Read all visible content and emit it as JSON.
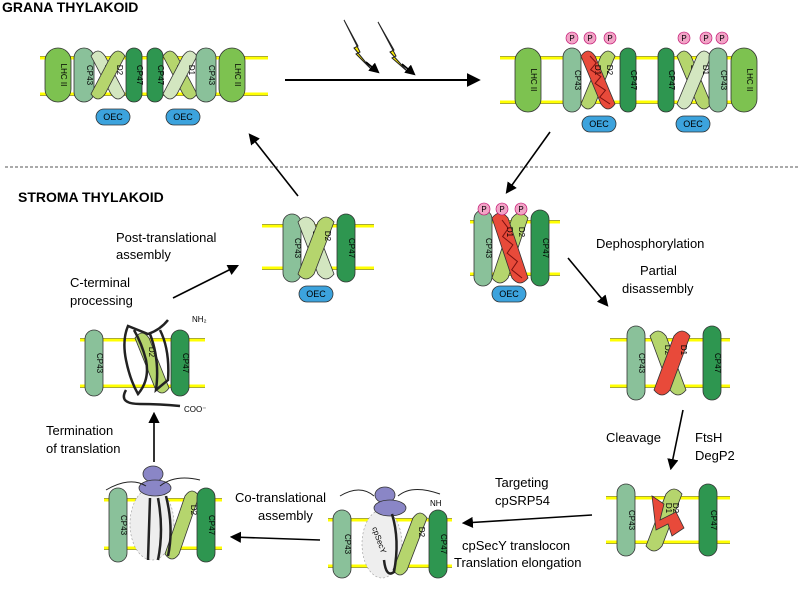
{
  "headers": {
    "grana": "GRANA THYLAKOID",
    "stroma": "STROMA THYLAKOID"
  },
  "protein_labels": {
    "lhcii": "LHC II",
    "cp43": "CP43",
    "cp47": "CP47",
    "d1": "D1",
    "d2": "D2",
    "oec": "OEC",
    "p": "P",
    "cpsecy": "cpSecY",
    "nh2": "NH₂",
    "cooh": "COO⁻",
    "nh": "NH"
  },
  "steps": {
    "post_translational_1": "Post-translational",
    "post_translational_2": "assembly",
    "c_terminal_1": "C-terminal",
    "c_terminal_2": "processing",
    "dephosphorylation": "Dephosphorylation",
    "partial_1": "Partial",
    "partial_2": "disassembly",
    "termination_1": "Termination",
    "termination_2": "of translation",
    "cleavage": "Cleavage",
    "ftsh": "FtsH",
    "degp2": "DegP2",
    "targeting_1": "Targeting",
    "targeting_2": "cpSRP54",
    "cotrans_1": "Co-translational",
    "cotrans_2": "assembly",
    "secy_1": "cpSecY translocon",
    "secy_2": "Translation elongation"
  },
  "colors": {
    "membrane": "#ffff00",
    "lhcii": "#7dc250",
    "cp43": "#8ac19a",
    "cp47": "#2e9650",
    "d1": "#d3e6c0",
    "d2": "#b5d56d",
    "d1_damaged": "#e84a3a",
    "oec": "#3ca3dd",
    "phospho": "#f2a3c6",
    "ribosome": "#8a86c6"
  }
}
